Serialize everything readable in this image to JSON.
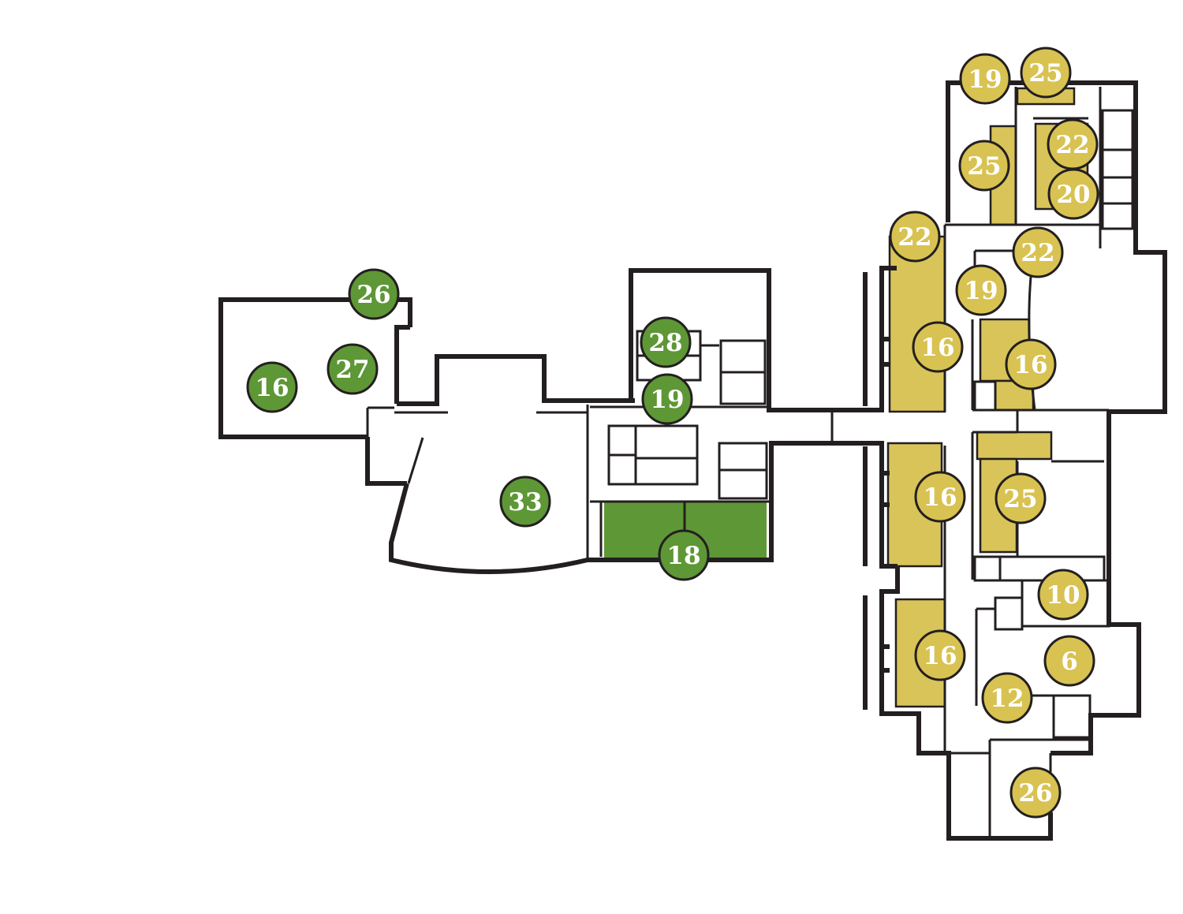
{
  "colors": {
    "green_marker": "#5e9735",
    "gold_marker": "#d8c251",
    "gold_fill": "#d9c45a",
    "green_fill": "#5e9735",
    "wall": "#231f20",
    "label_text": "#ffffff"
  },
  "markers": [
    {
      "id": "g-26",
      "label": "26",
      "color": "green"
    },
    {
      "id": "g-27",
      "label": "27",
      "color": "green"
    },
    {
      "id": "g-16",
      "label": "16",
      "color": "green"
    },
    {
      "id": "g-28",
      "label": "28",
      "color": "green"
    },
    {
      "id": "g-19",
      "label": "19",
      "color": "green"
    },
    {
      "id": "g-33",
      "label": "33",
      "color": "green"
    },
    {
      "id": "g-18",
      "label": "18",
      "color": "green"
    },
    {
      "id": "y-19a",
      "label": "19",
      "color": "gold"
    },
    {
      "id": "y-25a",
      "label": "25",
      "color": "gold"
    },
    {
      "id": "y-22a",
      "label": "22",
      "color": "gold"
    },
    {
      "id": "y-25b",
      "label": "25",
      "color": "gold"
    },
    {
      "id": "y-20",
      "label": "20",
      "color": "gold"
    },
    {
      "id": "y-22b",
      "label": "22",
      "color": "gold"
    },
    {
      "id": "y-22c",
      "label": "22",
      "color": "gold"
    },
    {
      "id": "y-19b",
      "label": "19",
      "color": "gold"
    },
    {
      "id": "y-16a",
      "label": "16",
      "color": "gold"
    },
    {
      "id": "y-16b",
      "label": "16",
      "color": "gold"
    },
    {
      "id": "y-16c",
      "label": "16",
      "color": "gold"
    },
    {
      "id": "y-25c",
      "label": "25",
      "color": "gold"
    },
    {
      "id": "y-10",
      "label": "10",
      "color": "gold"
    },
    {
      "id": "y-16d",
      "label": "16",
      "color": "gold"
    },
    {
      "id": "y-6",
      "label": "6",
      "color": "gold"
    },
    {
      "id": "y-12",
      "label": "12",
      "color": "gold"
    },
    {
      "id": "y-26",
      "label": "26",
      "color": "gold"
    }
  ]
}
